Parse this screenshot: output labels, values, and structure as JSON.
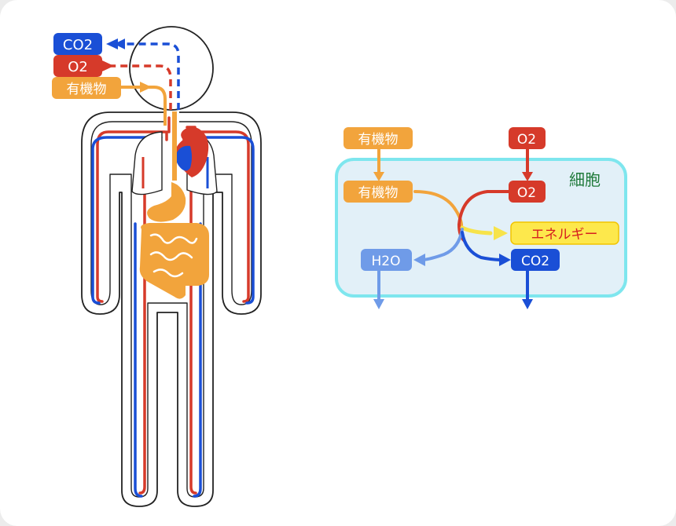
{
  "labels": {
    "body_co2": "CO2",
    "body_o2": "O2",
    "body_organic": "有機物",
    "cell_title": "細胞",
    "cell_input_organic": "有機物",
    "cell_input_o2": "O2",
    "cell_organic": "有機物",
    "cell_o2": "O2",
    "cell_energy": "エネルギー",
    "cell_h2o": "H2O",
    "cell_co2": "CO2"
  },
  "colors": {
    "co2": "#1a4fd6",
    "o2": "#d63a2a",
    "organic": "#f2a43c",
    "h2o": "#6f9be8",
    "energy_fill": "#fde84c",
    "energy_text": "#d61f1f",
    "cell_border": "#7ee6ee",
    "cell_fill": "#e2f0f8",
    "cell_title": "#1f7a3a"
  }
}
